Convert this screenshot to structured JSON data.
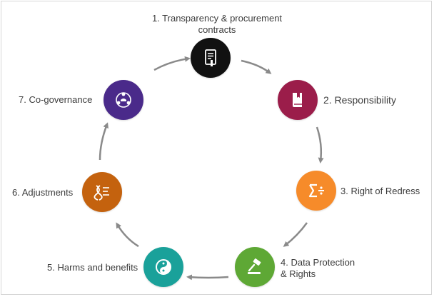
{
  "steps": [
    {
      "label": "1. Transparency & procurement contracts",
      "line1": "1. Transparency & procurement",
      "line2": "contracts",
      "color": "#111111",
      "icon": "document-icon"
    },
    {
      "label": "2. Responsibility",
      "color": "#9b1d4a",
      "icon": "book-icon"
    },
    {
      "label": "3. Right of Redress",
      "color": "#f68b2a",
      "icon": "sigma-divide-icon"
    },
    {
      "label": "4. Data Protection & Rights",
      "line1": "4. Data Protection",
      "line2": "& Rights",
      "color": "#5ea835",
      "icon": "gavel-icon"
    },
    {
      "label": "5. Harms and benefits",
      "color": "#1aa19a",
      "icon": "yin-yang-icon"
    },
    {
      "label": "6. Adjustments",
      "color": "#c4620e",
      "icon": "dna-icon"
    },
    {
      "label": "7. Co-governance",
      "color": "#4a2a8a",
      "icon": "people-network-icon"
    }
  ],
  "arrow_color": "#8a8a8a"
}
